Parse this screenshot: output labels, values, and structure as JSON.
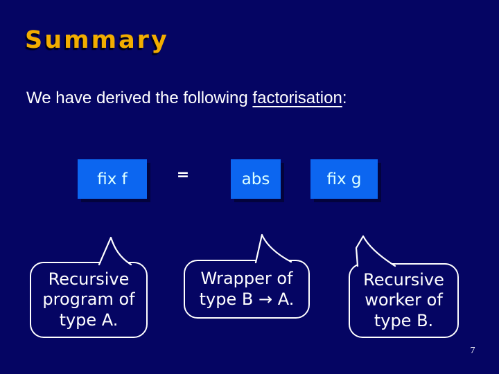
{
  "slide": {
    "title": "Summary",
    "page_number": "7"
  },
  "statement": {
    "before": "We have derived the following ",
    "underlined": "factorisation",
    "after": ":"
  },
  "equation": {
    "left_box": "fix f",
    "equals": "=",
    "middle_box": "abs",
    "right_box": "fix g"
  },
  "callouts": [
    {
      "text": "Recursive\nprogram of\ntype A."
    },
    {
      "text": "Wrapper of\ntype B → A."
    },
    {
      "text": "Recursive\nworker of\ntype B."
    }
  ],
  "colors": {
    "background": "#050563",
    "title_gold": "#f2ad00",
    "box_blue": "#0c66f0",
    "box_text": "#dcffff",
    "body_text": "#ffffff"
  }
}
